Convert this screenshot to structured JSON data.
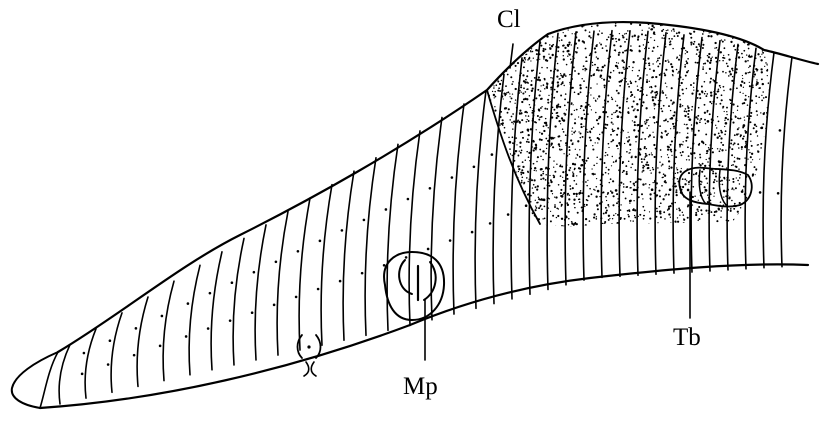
{
  "labels": {
    "clitellum": "Cl",
    "tubercula_pubertatis": "Tb",
    "male_pore": "Mp"
  },
  "colors": {
    "ink": "#000000",
    "background": "#ffffff"
  }
}
